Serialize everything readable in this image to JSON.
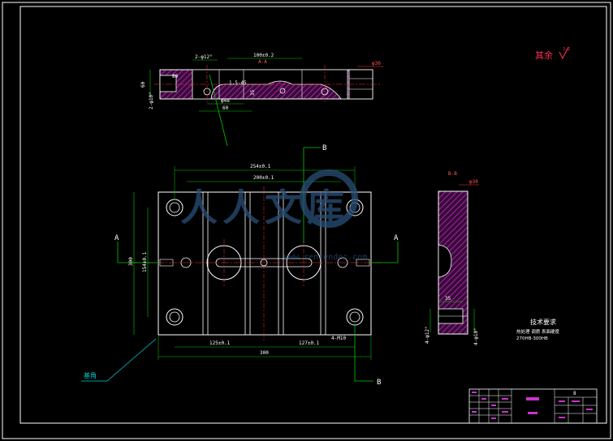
{
  "colors": {
    "background": "#000000",
    "outline": "#ffffff",
    "hatch": "#cc33cc",
    "dimension": "#00cc00",
    "centerline": "#ff3333",
    "text_white": "#ffffff",
    "annotation_cyan": "#00cccc",
    "note_red": "#ff3355",
    "watermark": "#2a4f78",
    "title_block": "#cc33cc"
  },
  "section_aa": {
    "label": "A-A",
    "dims": {
      "top_span": "100±0.2",
      "holes_left": "2-φ12°",
      "left_h1": "60",
      "left_h2": "2-φ10°",
      "mid_1": "φ48",
      "mid_2": "60",
      "mid_3": "1.5-45",
      "mid_4": "35",
      "mid_5": "80"
    },
    "right_tag": "φ30"
  },
  "plan_view": {
    "dims": {
      "overall_top": "254±0.1",
      "inner_top": "200±0.1",
      "height_left": "300",
      "height_inner": "154±0.1",
      "bottom_left": "125±0.1",
      "bottom_right": "127±0.1",
      "bottom_overall": "300",
      "bolt_note": "4-M10"
    },
    "cut_left": "A",
    "cut_right": "A",
    "cut_top": "B",
    "cut_bottom": "B",
    "datum_label": "基角"
  },
  "section_bb": {
    "label": "B-B",
    "tag": "φ30",
    "dims": {
      "d1": "35",
      "d2": "4-φ12°",
      "d3": "4-φ10°"
    }
  },
  "surface_note": "其余",
  "surface_value": "3.2",
  "tech_req": {
    "title": "技术要求",
    "line1": "热处理  调质  表面硬度",
    "line2": "270HB-300HB"
  },
  "watermark": {
    "chars": "人人文库",
    "url": "www.renrendoc.com"
  },
  "title_block": {
    "cell_a": "8",
    "cell_b": "",
    "cell_c": ""
  }
}
